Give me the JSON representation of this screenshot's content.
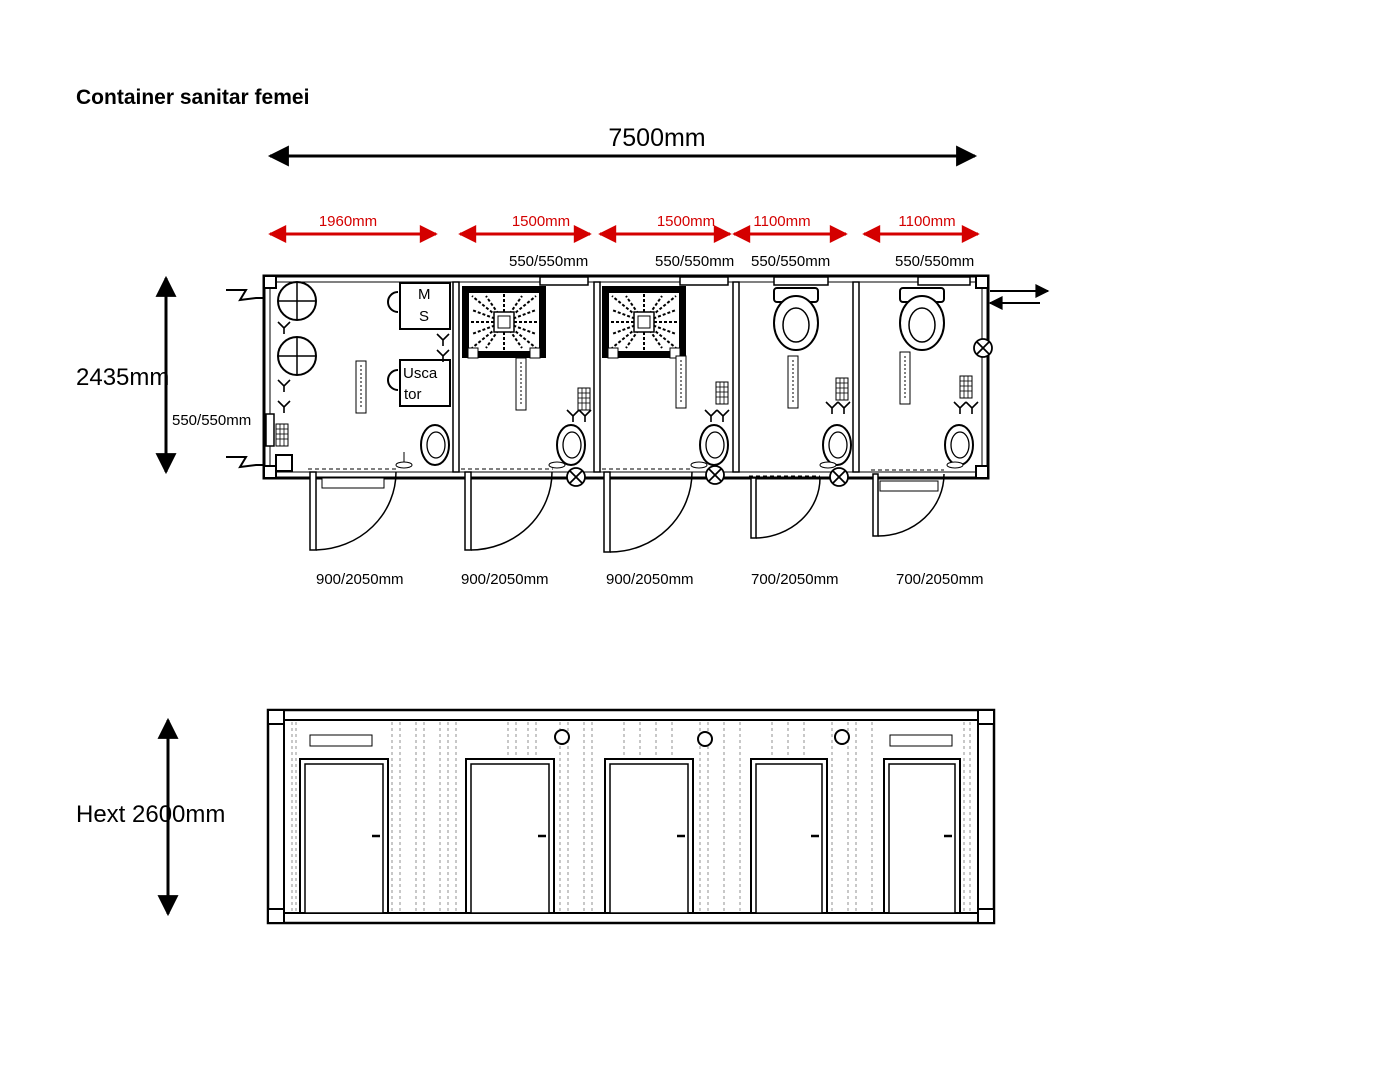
{
  "title": "Container sanitar femei",
  "total_length": "7500mm",
  "height_plan": "2435mm",
  "height_elevation": "Hext 2600mm",
  "room_widths": [
    "1960mm",
    "1500mm",
    "1500mm",
    "1100mm",
    "1100mm"
  ],
  "window_sizes": [
    "550/550mm",
    "550/550mm",
    "550/550mm",
    "550/550mm",
    "550/550mm"
  ],
  "door_sizes": [
    "900/2050mm",
    "900/2050mm",
    "900/2050mm",
    "700/2050mm",
    "700/2050mm"
  ],
  "room1": {
    "cabinet_line1": "M",
    "cabinet_line2": "S",
    "dryer_line1": "Usca",
    "dryer_line2": "tor"
  },
  "colors": {
    "dimension_red": "#d40000",
    "line": "#000000"
  }
}
